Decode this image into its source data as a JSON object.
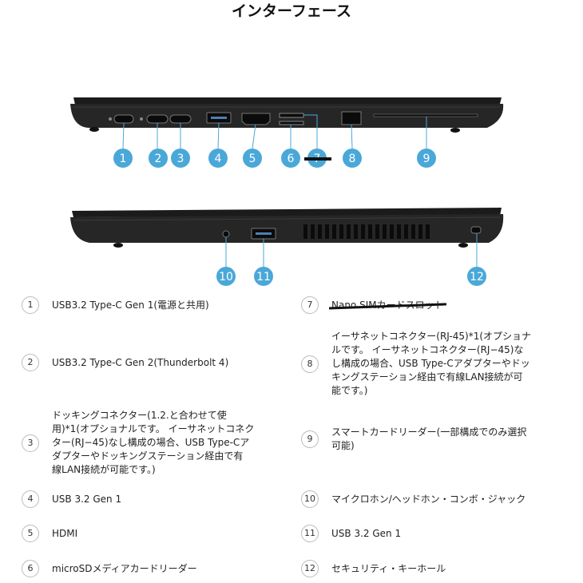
{
  "title": "インターフェース",
  "callouts": [
    "1",
    "2",
    "3",
    "4",
    "5",
    "6",
    "7",
    "8",
    "9",
    "10",
    "11",
    "12"
  ],
  "legend": [
    {
      "num": "1",
      "text": "USB3.2 Type-C Gen 1(電源と共用)"
    },
    {
      "num": "2",
      "text": "USB3.2 Type-C Gen 2(Thunderbolt 4)"
    },
    {
      "num": "3",
      "text": "ドッキングコネクター(1.2.と合わせて使\n用)*1(オプショナルです。 イーサネットコネク\nター(RJ−45)なし構成の場合、USB Type-Cア\nダプターやドッキングステーション経由で有\n線LAN接続が可能です。)"
    },
    {
      "num": "4",
      "text": "USB 3.2 Gen 1"
    },
    {
      "num": "5",
      "text": "HDMI"
    },
    {
      "num": "6",
      "text": "microSDメディアカードリーダー"
    },
    {
      "num": "7",
      "text": "Nano SIMカードスロット"
    },
    {
      "num": "8",
      "text": "イーサネットコネクター(RJ-45)*1(オプショナ\nルです。 イーサネットコネクター(RJ−45)な\nし構成の場合、USB Type-Cアダプターやドッ\nキングステーション経由で有線LAN接続が可\n能です。)"
    },
    {
      "num": "9",
      "text": "スマートカードリーダー(一部構成でのみ選択\n可能)"
    },
    {
      "num": "10",
      "text": "マイクロホン/ヘッドホン・コンボ・ジャック"
    },
    {
      "num": "11",
      "text": "USB 3.2 Gen 1"
    },
    {
      "num": "12",
      "text": "セキュリティ・キーホール"
    }
  ]
}
